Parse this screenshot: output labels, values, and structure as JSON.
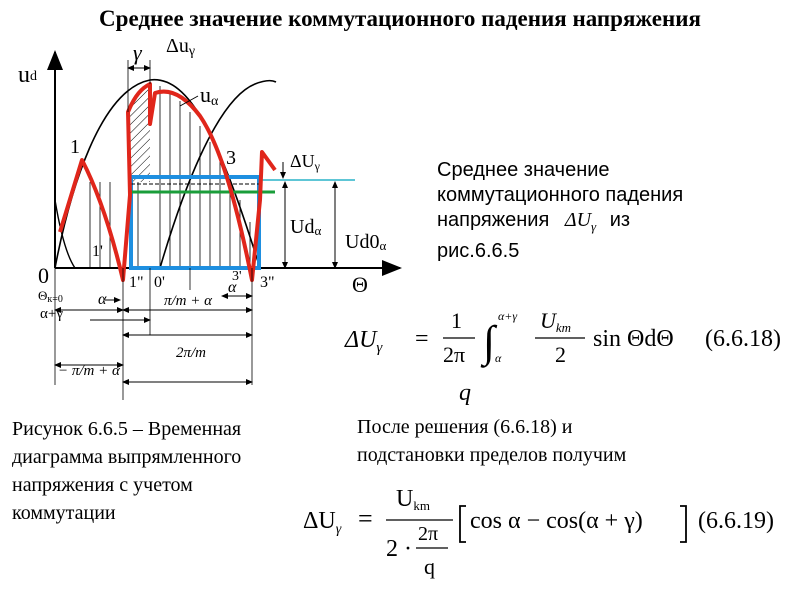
{
  "slide": {
    "title": "Среднее значение коммутационного падения напряжения",
    "description": {
      "line1": "Среднее значение",
      "line2": "коммутационного падения",
      "line3_pre": "напряжения",
      "symbol_delta_u": "ΔU",
      "symbol_gamma": "γ",
      "line3_post": "из",
      "line4": "рис.6.6.5"
    },
    "caption": {
      "line1": "Рисунок 6.6.5 – Временная",
      "line2": "диаграмма выпрямленного",
      "line3": "напряжения с учетом",
      "line4": "коммутации"
    },
    "after_text": {
      "line1": "После решения (6.6.18) и",
      "line2": "подстановки пределов получим"
    }
  },
  "formula_1": {
    "lhs": "ΔU",
    "lhs_sub": "γ",
    "eq": "=",
    "frac_num": "1",
    "frac_den": "2π",
    "int_upper": "α+γ",
    "int_lower": "α",
    "int_sign": "∫",
    "inner_num": "U",
    "inner_num_sub": "km",
    "inner_den": "2",
    "tail": "sin ΘdΘ",
    "q": "q",
    "number": "(6.6.18)"
  },
  "formula_2": {
    "lhs": "ΔU",
    "lhs_sub": "γ",
    "eq": "=",
    "num": "U",
    "num_sub": "km",
    "den_pre": "2 ·",
    "den_frac_num": "2π",
    "den_frac_den": "q",
    "bracket_content": "cos α − cos(α + γ)",
    "number": "(6.6.19)"
  },
  "diagram": {
    "labels": {
      "y_axis": "u",
      "y_axis_sub": "d",
      "origin": "0",
      "x_axis": "Θ",
      "gamma": "γ",
      "delta_u_top": "Δu",
      "delta_u_top_sub": "γ",
      "u_alpha": "u",
      "u_alpha_sub": "α",
      "pt1": "1",
      "pt1p": "1'",
      "pt1pp": "1\"",
      "pt0p": "0'",
      "pt3": "3",
      "pt3p": "3'",
      "pt3pp": "3\"",
      "delta_u_right": "ΔU",
      "delta_u_right_sub": "γ",
      "ud_alpha": "Ud",
      "ud_alpha_sub": "α",
      "ud0_alpha": "Ud0",
      "ud0_alpha_sub": "α",
      "theta_k": "Θ",
      "theta_k_sub": "к=0",
      "alpha_gamma": "α+γ",
      "alpha_1": "α",
      "pi_m_alpha": "π/m + α",
      "alpha_2": "α",
      "two_pi_m": "2π/m",
      "neg_pi_m_alpha": "− π/m + α"
    },
    "colors": {
      "curve_red": "#e0261b",
      "blue_rect": "#1e8fe0",
      "green_line": "#1a9d3a",
      "cyan_line": "#28b4c8"
    }
  }
}
